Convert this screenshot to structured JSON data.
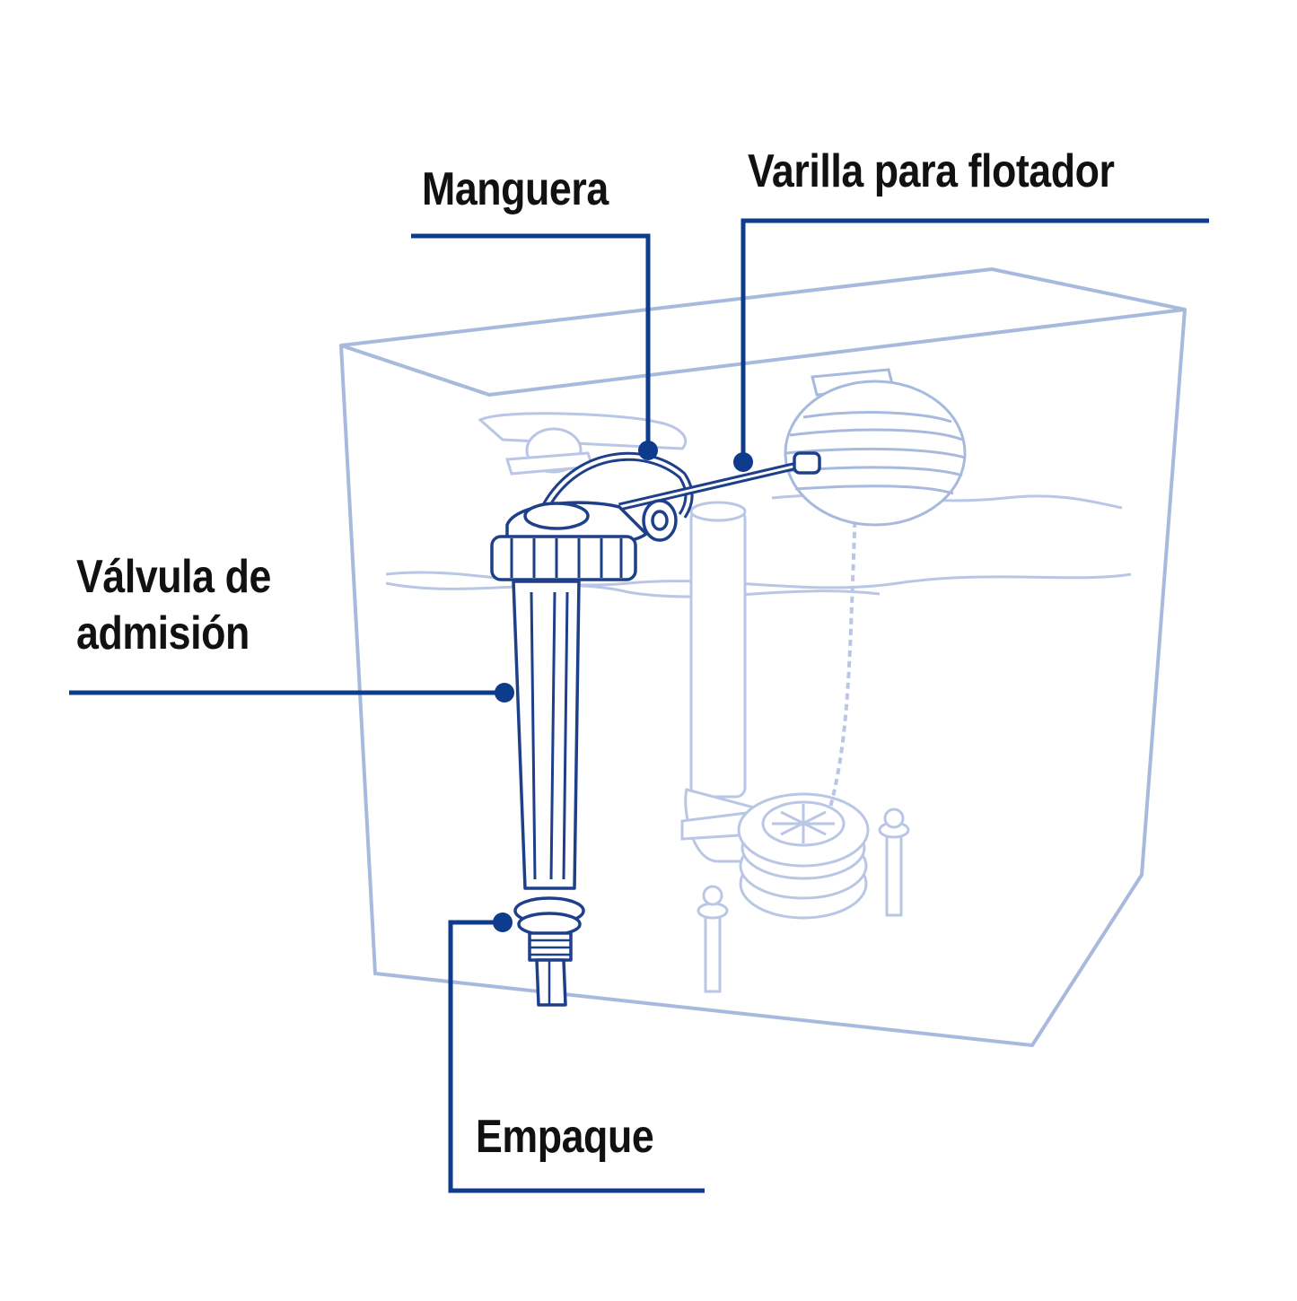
{
  "colors": {
    "leader": "#0f3b8c",
    "tank_outline": "#a8b9de",
    "faded_part": "#b9c6e6",
    "part_stroke": "#1e3f8a",
    "text": "#111111"
  },
  "labels": {
    "manguera": "Manguera",
    "varilla": "Varilla para flotador",
    "valvula_line1": "Válvula de",
    "valvula_line2": "admisión",
    "empaque": "Empaque"
  }
}
